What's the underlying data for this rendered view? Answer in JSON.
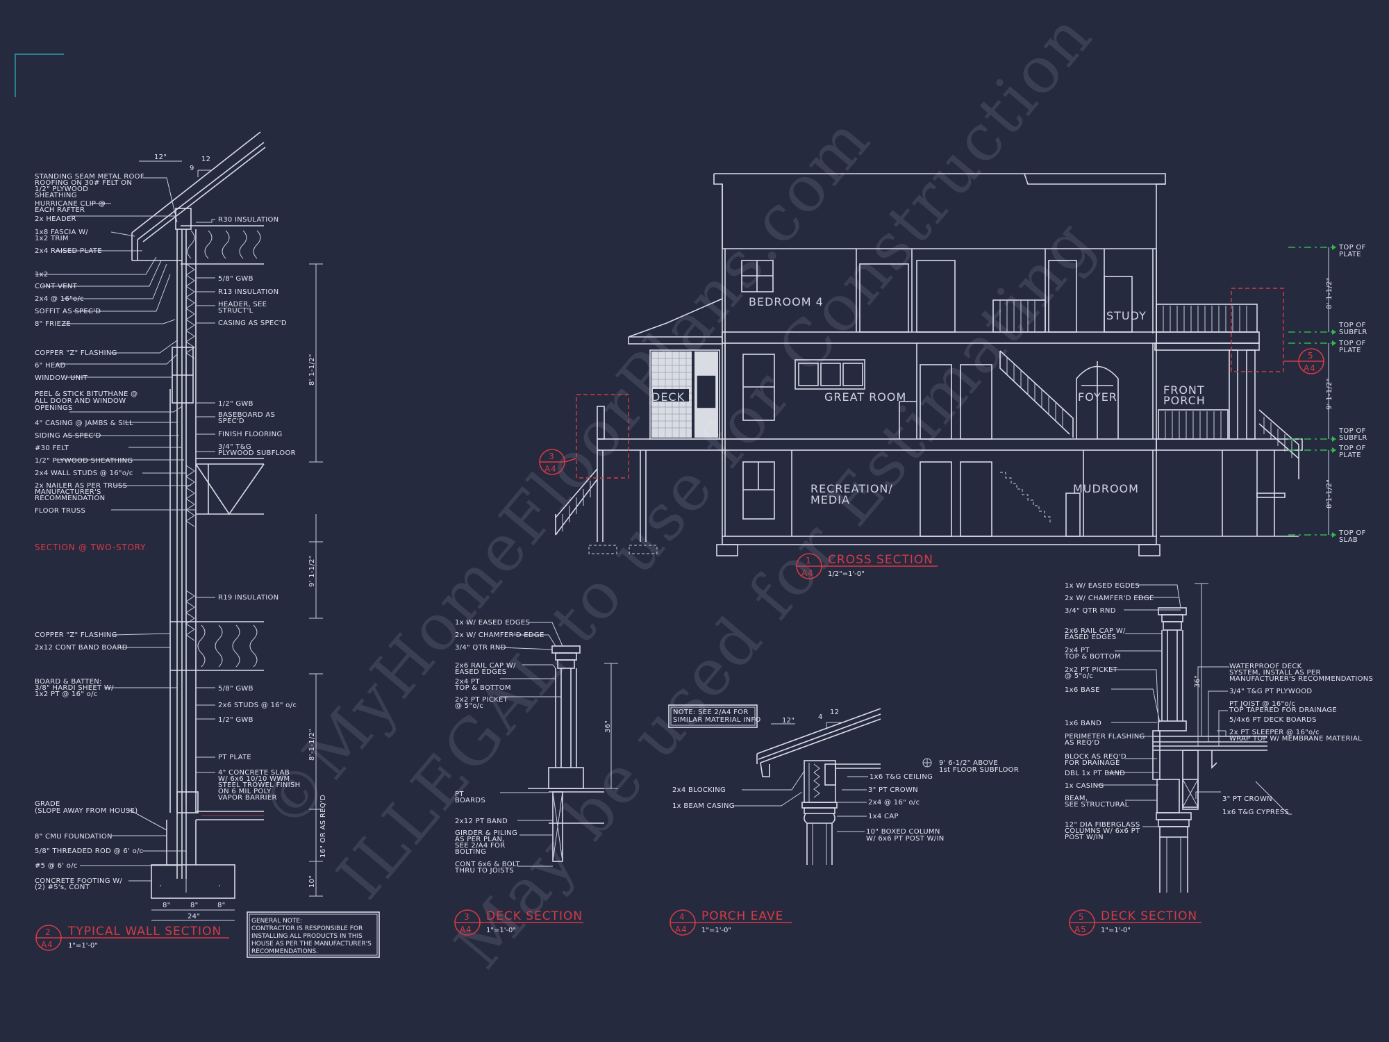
{
  "watermark": {
    "line1": "©MyHomeFloorPlans.com",
    "line2": "ILLEGAL to use for Construction",
    "line3": "May be used for Estimating"
  },
  "titles": {
    "wall": {
      "num": "2",
      "sheet": "A4",
      "name": "TYPICAL WALL SECTION",
      "scale": "1\"=1'-0\""
    },
    "cross": {
      "num": "1",
      "sheet": "A4",
      "name": "CROSS SECTION",
      "scale": "1/2\"=1'-0\""
    },
    "deck3": {
      "num": "3",
      "sheet": "A4",
      "name": "DECK SECTION",
      "scale": "1\"=1'-0\""
    },
    "porch": {
      "num": "4",
      "sheet": "A4",
      "name": "PORCH EAVE",
      "scale": "1\"=1'-0\""
    },
    "deck5": {
      "num": "5",
      "sheet": "A5",
      "name": "DECK SECTION",
      "scale": "1\"=1'-0\""
    }
  },
  "section_two_story": "SECTION @ TWO-STORY",
  "wall_left_labels": [
    "STANDING SEAM METAL ROOF",
    "ROOFING ON 30# FELT ON",
    "1/2\" PLYWOOD",
    "SHEATHING",
    "HURRICANE CLIP @",
    "EACH RAFTER",
    "2x HEADER",
    "1x8 FASCIA W/",
    "1x2 TRIM",
    "2x4 RAISED PLATE",
    "1x2",
    "CONT VENT",
    "2x4 @ 16\"o/c",
    "SOFFIT AS SPEC'D",
    "8\" FRIEZE",
    "COPPER \"Z\" FLASHING",
    "6\" HEAD",
    "WINDOW UNIT",
    "PEEL & STICK BITUTHANE @",
    "ALL DOOR AND WINDOW",
    "OPENINGS",
    "4\" CASING @ JAMBS & SILL",
    "SIDING AS SPEC'D",
    "#30 FELT",
    "1/2\" PLYWOOD SHEATHING",
    "2x4 WALL STUDS @ 16\"o/c",
    "2x NAILER AS PER TRUSS",
    "MANUFACTURER'S",
    "RECOMMENDATION",
    "FLOOR TRUSS",
    "COPPER \"Z\" FLASHING",
    "2x12 CONT BAND BOARD",
    "BOARD & BATTEN:",
    "3/8\" HARDI SHEET W/",
    "1x2 PT @ 16\" o/c",
    "GRADE",
    "(SLOPE AWAY FROM HOUSE)",
    "8\" CMU FOUNDATION",
    "5/8\" THREADED ROD @ 6' o/c",
    "#5 @ 6' o/c",
    "CONCRETE FOOTING W/",
    "(2) #5's, CONT"
  ],
  "wall_right_labels": [
    "R30 INSULATION",
    "5/8\" GWB",
    "R13 INSULATION",
    "HEADER, SEE",
    "STRUCT'L",
    "CASING AS SPEC'D",
    "1/2\" GWB",
    "BASEBOARD AS",
    "SPEC'D",
    "FINISH FLOORING",
    "3/4\" T&G",
    "PLYWOOD SUBFLOOR",
    "R19 INSULATION",
    "5/8\" GWB",
    "2x6 STUDS @ 16\" o/c",
    "1/2\" GWB",
    "PT PLATE",
    "4\" CONCRETE SLAB",
    "W/ 6x6 10/10 WWM",
    "STEEL TROWEL FINISH",
    "ON 6 MIL POLY",
    "VAPOR BARRIER"
  ],
  "wall_dims": [
    "12\"",
    "9",
    "12",
    "8' 1-1/2\"",
    "9' 1-1/2\"",
    "8'-1-1/2\"",
    "16\" OR AS REQ'D",
    "10\"",
    "8\"",
    "8\"",
    "8\"",
    "24\""
  ],
  "general_note": [
    "GENERAL NOTE:",
    "CONTRACTOR IS RESPONSIBLE FOR",
    "INSTALLING ALL PRODUCTS IN THIS",
    "HOUSE AS PER THE MANUFACTURER'S",
    "RECOMMENDATIONS."
  ],
  "rooms": {
    "bedroom": "BEDROOM 4",
    "study": "STUDY",
    "deck": "DECK",
    "great": "GREAT ROOM",
    "foyer": "FOYER",
    "front": "FRONT",
    "porch": "PORCH",
    "rec1": "RECREATION/",
    "rec2": "MEDIA",
    "mudroom": "MUDROOM"
  },
  "levels": [
    [
      "TOP OF",
      "PLATE"
    ],
    [
      "TOP OF",
      "SUBFLR"
    ],
    [
      "TOP OF",
      "PLATE"
    ],
    [
      "TOP OF",
      "SUBFLR"
    ],
    [
      "TOP OF",
      "PLATE"
    ],
    [
      "TOP OF",
      "SLAB"
    ]
  ],
  "level_dims": [
    "8' 1-1/2\"",
    "9' 1-1/2\"",
    "8'1-1/2\""
  ],
  "callouts": {
    "c3": {
      "num": "3",
      "sheet": "A4"
    },
    "c5": {
      "num": "5",
      "sheet": "A4"
    }
  },
  "deck3_labels": [
    "1x W/ EASED EDGES",
    "2x W/ CHAMFER'D EDGE",
    "3/4\" QTR RND",
    "2x6 RAIL CAP W/",
    "EASED EDGES",
    "2x4 PT",
    "TOP & BOTTOM",
    "2x2 PT PICKET",
    "@ 5\"o/c",
    "PT",
    "BOARDS",
    "2x12 PT BAND",
    "GIRDER & PILING",
    "AS PER PLAN,",
    "SEE 2/A4 FOR",
    "BOLTING",
    "CONT 6x6 & BOLT",
    "THRU TO JOISTS"
  ],
  "deck3_dim": "36\"",
  "porch_note": [
    "NOTE: SEE 2/A4 FOR",
    "SIMILAR MATERIAL INFO"
  ],
  "porch_labels": [
    "12\"",
    "4",
    "12",
    "9' 6-1/2\" ABOVE",
    "1st FLOOR SUBFLOOR",
    "1x6 T&G CEILING",
    "3\" PT CROWN",
    "2x4 @ 16\" o/c",
    "1x4 CAP",
    "10\" BOXED COLUMN",
    "W/ 6x6 PT POST W/IN",
    "2x4 BLOCKING",
    "1x BEAM CASING"
  ],
  "deck5_left": [
    "1x W/ EASED EGDES",
    "2x W/ CHAMFER'D EDGE",
    "3/4\" QTR RND",
    "2x6 RAIL CAP W/",
    "EASED EDGES",
    "2x4 PT",
    "TOP & BOTTOM",
    "2x2 PT PICKET",
    "@ 5\"o/c",
    "1x6 BASE",
    "1x6 BAND",
    "PERIMETER FLASHING",
    "AS REQ'D",
    "BLOCK AS REQ'D",
    "FOR DRAINAGE",
    "DBL 1x PT BAND",
    "1x CASING",
    "BEAM,",
    "SEE STRUCTURAL",
    "12\" DIA FIBERGLASS",
    "COLUMNS W/ 6x6 PT",
    "POST W/IN"
  ],
  "deck5_right": [
    "WATERPROOF DECK",
    "SYSTEM, INSTALL AS PER",
    "MANUFACTURER'S RECOMMENDATIONS",
    "3/4\" T&G PT PLYWOOD",
    "PT JOIST @ 16\"o/c",
    "TOP TAPERED FOR DRAINAGE",
    "5/4x6 PT DECK BOARDS",
    "2x PT SLEEPER @ 16\"o/c",
    "WRAP TOP W/ MEMBRANE MATERIAL",
    "3\" PT CROWN",
    "1x6 T&G CYPRESS"
  ],
  "deck5_dim": "36\"",
  "colors": {
    "background": "#252a3f",
    "linework": "#d9dde8",
    "red": "#d63a45",
    "green": "#31b84c"
  }
}
